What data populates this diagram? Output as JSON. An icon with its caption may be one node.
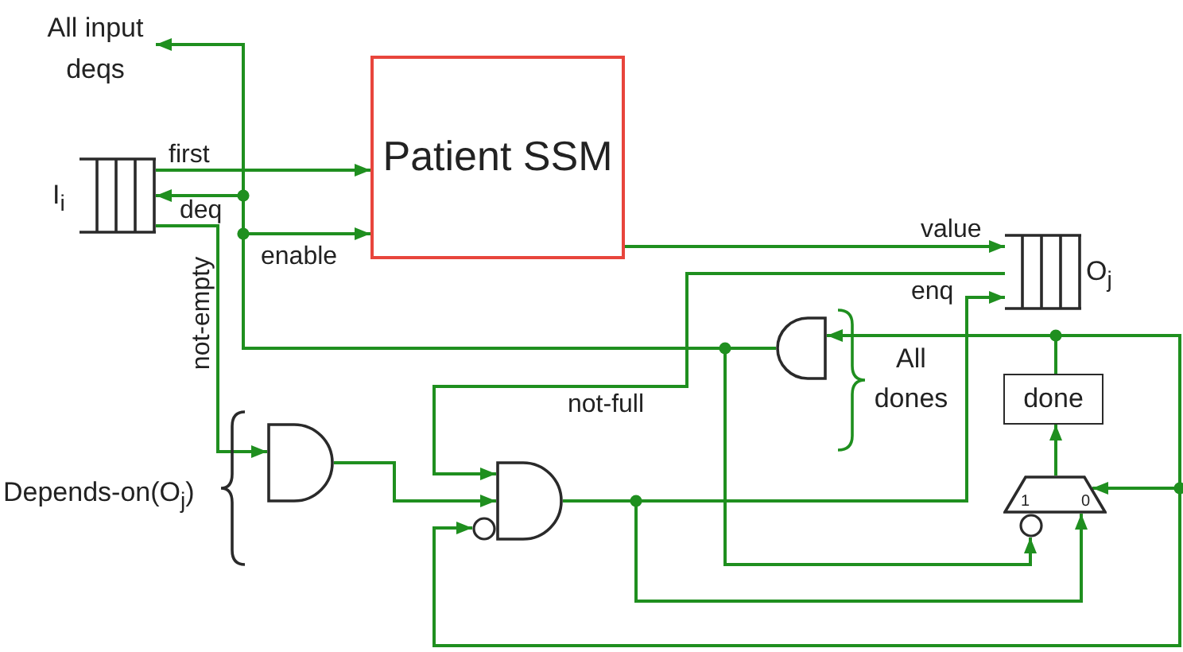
{
  "diagram": {
    "nodes": [
      {
        "text": [
          "All input deqs"
        ]
      },
      {
        "text": [
          "I$_{i}$"
        ]
      },
      {
        "text": [
          "Patient SSM"
        ]
      },
      {
        "text": [
          "O$_{j}$"
        ]
      },
      {
        "text": [],
        "shape": "gate"
      },
      {
        "text": [
          "done"
        ]
      },
      {
        "text": [],
        "shape": "gate"
      },
      {
        "text": [],
        "shape": "gate"
      },
      {
        "text": [
          "1",
          "0"
        ]
      }
    ],
    "edges": [
      {
        "from": 1,
        "to": 2,
        "arrow": "to",
        "label": "first"
      },
      {
        "from": 4,
        "to": 1,
        "arrow": "to",
        "label": "deq"
      },
      {
        "from": 4,
        "to": 2,
        "arrow": "to",
        "label": "enable"
      },
      {
        "from": 4,
        "to": 0,
        "arrow": "to"
      },
      {
        "from": 1,
        "to": 6,
        "arrow": "to",
        "label": "not-empty"
      },
      {
        "from": 2,
        "to": 3,
        "arrow": "to",
        "label": "value"
      },
      {
        "from": 3,
        "to": 7,
        "arrow": "to",
        "label": "not-full"
      },
      {
        "from": 6,
        "to": 7,
        "arrow": "to"
      },
      {
        "from": 7,
        "to": 3,
        "arrow": "to",
        "label": "enq"
      },
      {
        "from": 7,
        "to": 8,
        "arrow": "to"
      },
      {
        "from": 4,
        "to": 8,
        "arrow": "to"
      },
      {
        "from": 8,
        "to": 5,
        "arrow": "to"
      },
      {
        "from": 5,
        "to": 4,
        "arrow": "to"
      },
      {
        "from": 5,
        "to": 8,
        "arrow": "to"
      },
      {
        "from": 5,
        "to": 7,
        "arrow": "to"
      }
    ],
    "labels": [
      "Depends-on(O$_{j}$)",
      "All dones"
    ]
  }
}
